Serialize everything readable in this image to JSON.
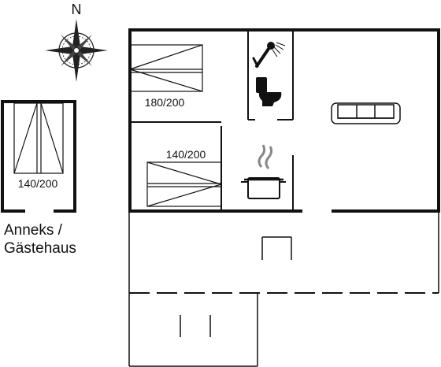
{
  "compass": {
    "north_label": "N"
  },
  "beds": [
    {
      "id": "bed-master",
      "label": "180/200"
    },
    {
      "id": "bed-second",
      "label": "140/200"
    },
    {
      "id": "bed-annex",
      "label": "140/200"
    }
  ],
  "annex": {
    "line1": "Anneks /",
    "line2": "Gästehaus"
  },
  "icons": [
    "compass-rose-icon",
    "shower-icon",
    "toilet-icon",
    "sofa-icon",
    "cooking-pot-icon"
  ],
  "colors": {
    "wall": "#111111",
    "background": "#ffffff"
  }
}
